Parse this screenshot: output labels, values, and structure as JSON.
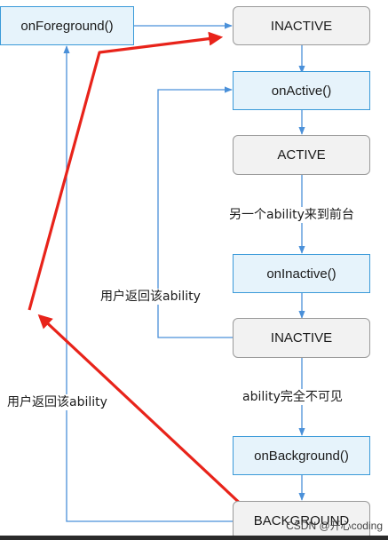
{
  "nodes": {
    "on_foreground": "onForeground()",
    "inactive_top": "INACTIVE",
    "on_active": "onActive()",
    "active": "ACTIVE",
    "on_inactive": "onInactive()",
    "inactive_bottom": "INACTIVE",
    "on_background": "onBackground()",
    "background": "BACKGROUND"
  },
  "edge_labels": {
    "another_ability_foreground": "另一个ability来到前台",
    "user_return_inner": "用户返回该ability",
    "ability_not_visible": "ability完全不可见",
    "user_return_outer": "用户返回该ability"
  },
  "watermark": "CSDN @开心coding",
  "colors": {
    "flow_arrow": "#4a90d9",
    "annotation_arrow": "#e8231a",
    "state_fill": "#f2f2f2",
    "callback_fill": "#e6f3fb",
    "callback_border": "#3a9ad9"
  }
}
